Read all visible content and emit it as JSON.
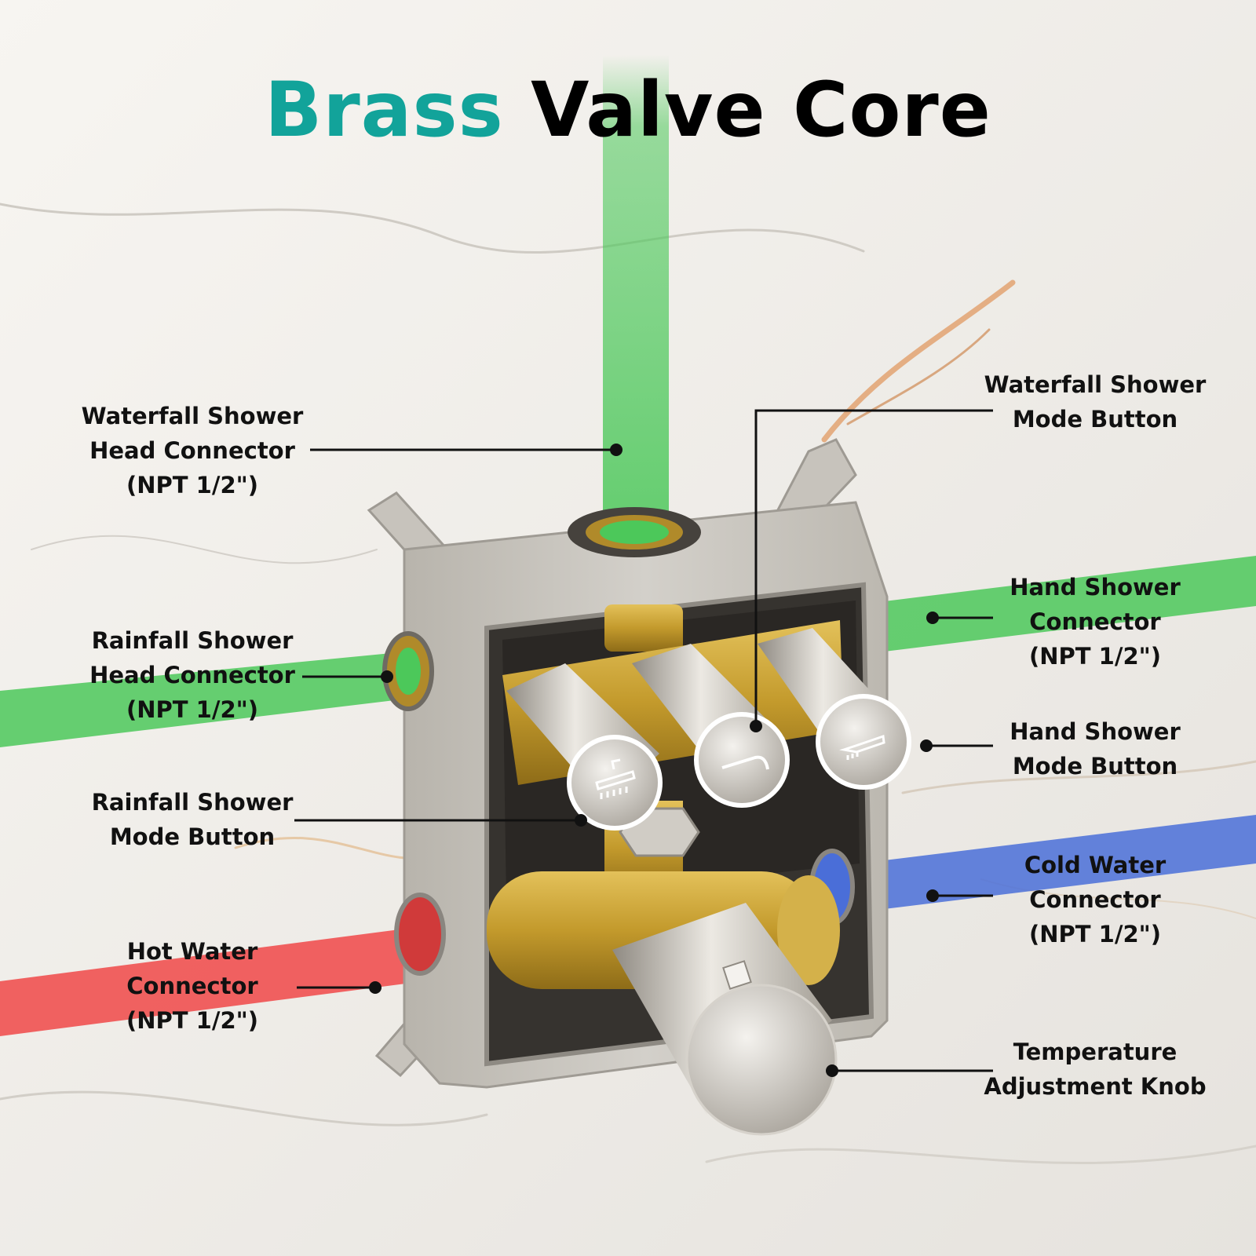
{
  "title": {
    "word1": "Brass",
    "word2": "Valve Core"
  },
  "colors": {
    "accent": "#12a39a",
    "title_text": "#000000",
    "pipe_green": "#4cc85a",
    "pipe_red": "#f04848",
    "pipe_blue": "#4a6ed8",
    "brass": "#c9a43a",
    "box_metal": "#c4c0b8"
  },
  "icons": [
    "rainfall-shower-icon",
    "waterfall-spout-icon",
    "hand-shower-icon"
  ],
  "labels": {
    "waterfall_connector": [
      "Waterfall Shower",
      "Head Connector",
      "(NPT 1/2\")"
    ],
    "rainfall_connector": [
      "Rainfall Shower",
      "Head Connector",
      "(NPT 1/2\")"
    ],
    "rainfall_button": [
      "Rainfall Shower",
      "Mode Button"
    ],
    "hot_water": [
      "Hot Water",
      "Connector",
      "(NPT 1/2\")"
    ],
    "waterfall_button": [
      "Waterfall Shower",
      "Mode Button"
    ],
    "hand_connector": [
      "Hand Shower",
      "Connector",
      "(NPT 1/2\")"
    ],
    "hand_button": [
      "Hand Shower",
      "Mode Button"
    ],
    "cold_water": [
      "Cold Water",
      "Connector",
      "(NPT 1/2\")"
    ],
    "temperature_knob": [
      "Temperature",
      "Adjustment Knob"
    ]
  }
}
